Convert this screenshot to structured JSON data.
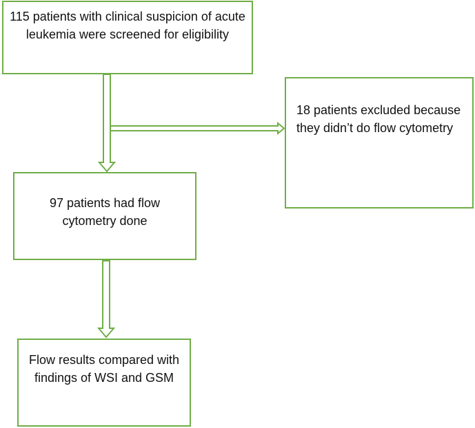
{
  "boxes": {
    "screened": "115 patients with clinical suspicion of acute leukemia were screened for eligibility",
    "excluded": "18 patients excluded because they didn’t do flow cytometry",
    "flow_done": "97 patients had flow cytometry done",
    "compared": "Flow results compared with findings of WSI and GSM"
  },
  "colors": {
    "box_border": "#70ad47",
    "arrow_stroke": "#70ad47",
    "arrow_fill": "#ffffff",
    "text": "#111111"
  },
  "arrows": [
    {
      "from": "screened",
      "to": "flow_done",
      "style": "block-arrow"
    },
    {
      "from": "screened",
      "to": "excluded",
      "style": "block-arrow"
    },
    {
      "from": "flow_done",
      "to": "compared",
      "style": "block-arrow"
    }
  ]
}
